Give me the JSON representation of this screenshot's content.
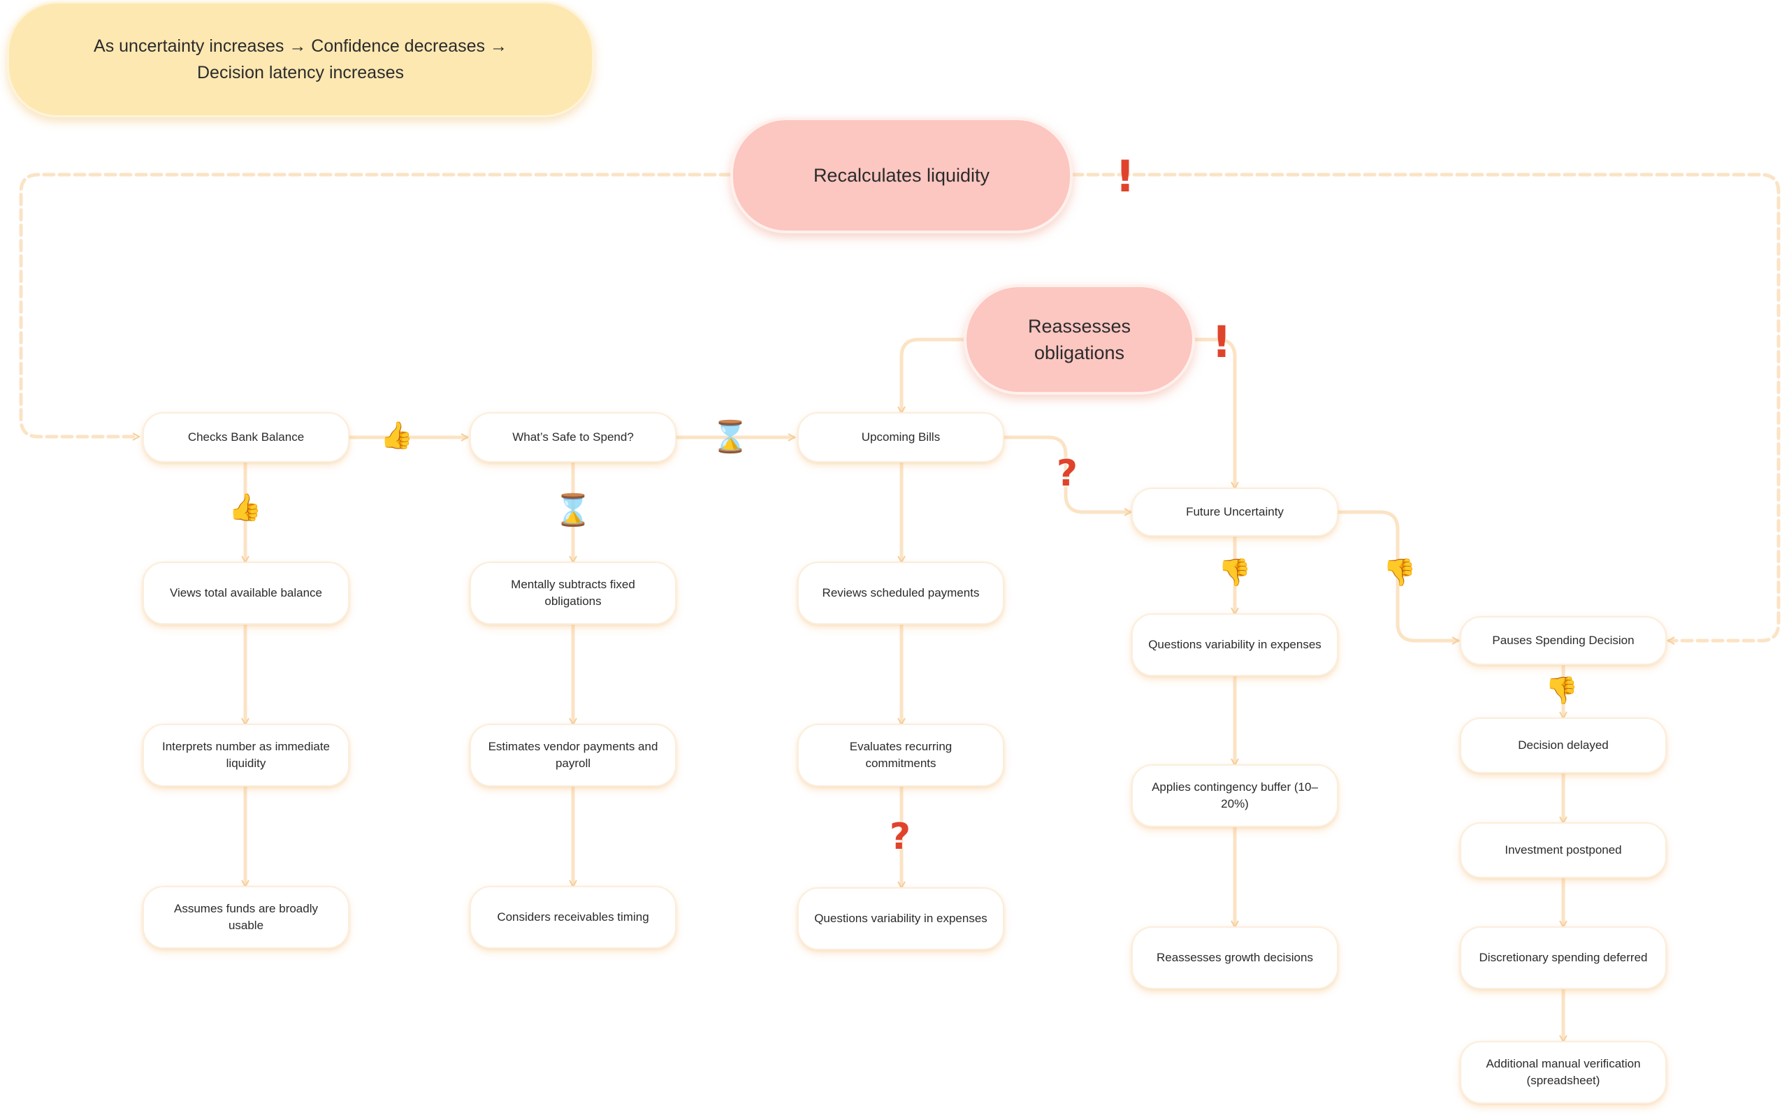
{
  "banner": {
    "line1": "As uncertainty increases → Confidence decreases →",
    "line2": "Decision latency increases"
  },
  "key_nodes": {
    "recalculates": "Recalculates liquidity",
    "reassesses_line1": "Reassesses",
    "reassesses_line2": "obligations"
  },
  "columns": {
    "col1": {
      "head": "Checks Bank Balance",
      "items": [
        "Views total available balance",
        "Interprets number as immediate liquidity",
        "Assumes funds are broadly usable"
      ]
    },
    "col2": {
      "head": "What’s Safe to Spend?",
      "items": [
        "Mentally subtracts fixed obligations",
        "Estimates vendor payments and payroll",
        "Considers receivables timing"
      ]
    },
    "col3": {
      "head": "Upcoming Bills",
      "items": [
        "Reviews scheduled payments",
        "Evaluates recurring commitments",
        "Questions variability in expenses"
      ]
    },
    "col4": {
      "head": "Future Uncertainty",
      "items": [
        "Questions variability in expenses",
        "Applies contingency buffer (10–20%)",
        "Reassesses growth decisions"
      ]
    },
    "col5": {
      "head": "Pauses Spending Decision",
      "items": [
        "Decision delayed",
        "Investment postponed",
        "Discretionary spending deferred",
        "Additional manual verification (spreadsheet)"
      ]
    }
  },
  "icons": {
    "thumbs_up": "thumbs-up-icon",
    "thumbs_down": "thumbs-down-icon",
    "hourglass": "hourglass-icon",
    "question": "question-mark-icon",
    "exclamation": "exclamation-mark-icon"
  },
  "colors": {
    "banner": "#fde8b2",
    "key_node": "#fcc6c1",
    "connector": "#fbe3c4",
    "thumbs_up": "#1f9d55",
    "thumbs_down": "#4f8de8",
    "alert": "#e0432b"
  }
}
